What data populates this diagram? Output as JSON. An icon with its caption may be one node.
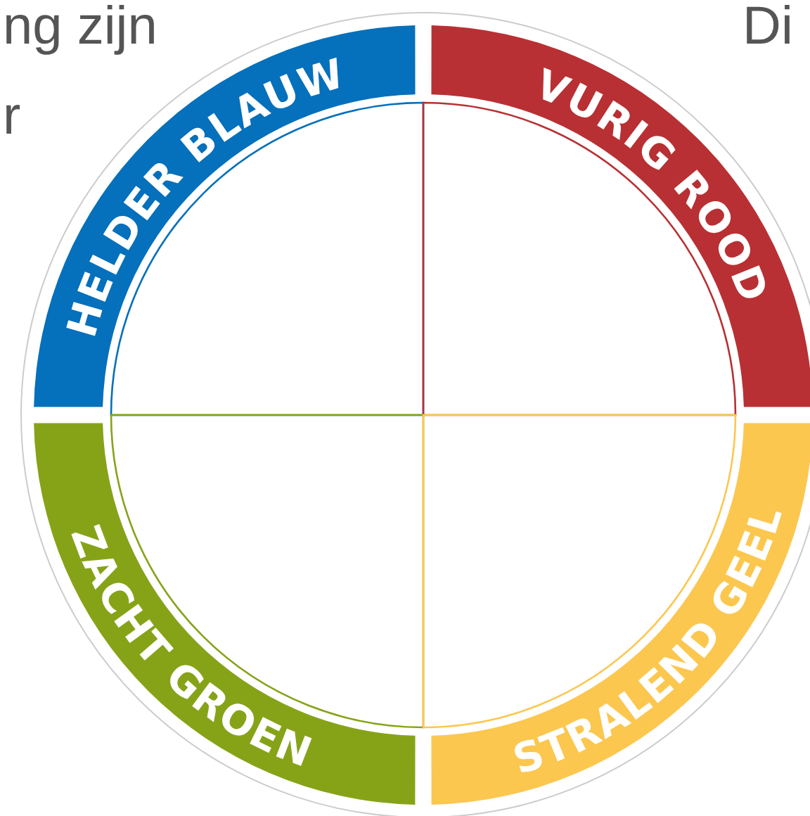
{
  "diagram": {
    "nodes": [
      {
        "text": [
          "HELDER BLAUW"
        ]
      },
      {
        "text": [
          "VURIG ROOD"
        ]
      },
      {
        "text": [
          "ZACHT GROEN"
        ]
      },
      {
        "text": [
          "STRALEND GEEL"
        ]
      }
    ],
    "labels": [
      "ng zijn",
      "Di",
      "r"
    ]
  }
}
